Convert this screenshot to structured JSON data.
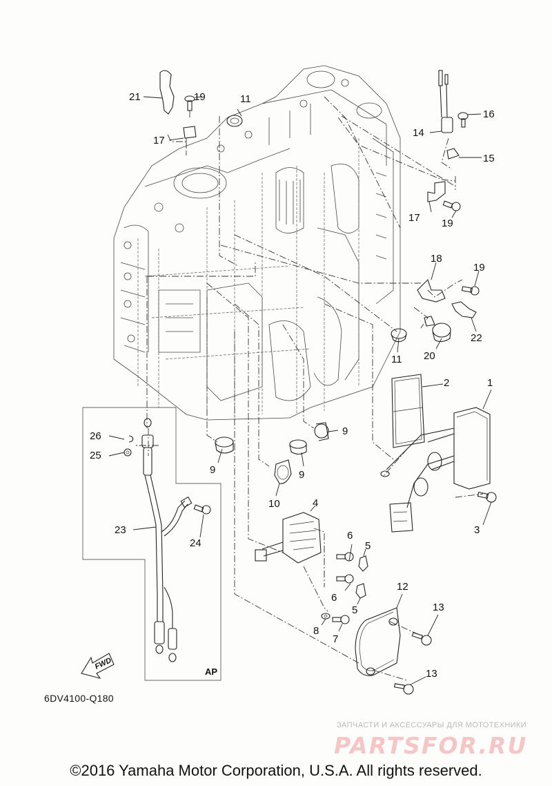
{
  "diagram": {
    "title": "Electrical parts assembly exploded view",
    "code": "6DV4100-Q180",
    "variant_label": "AP",
    "direction_label": "FWD",
    "callouts": [
      {
        "id": "1",
        "label": "1"
      },
      {
        "id": "2",
        "label": "2"
      },
      {
        "id": "3",
        "label": "3"
      },
      {
        "id": "4",
        "label": "4"
      },
      {
        "id": "5a",
        "label": "5"
      },
      {
        "id": "5b",
        "label": "5"
      },
      {
        "id": "6a",
        "label": "6"
      },
      {
        "id": "6b",
        "label": "6"
      },
      {
        "id": "7",
        "label": "7"
      },
      {
        "id": "8",
        "label": "8"
      },
      {
        "id": "9a",
        "label": "9"
      },
      {
        "id": "9b",
        "label": "9"
      },
      {
        "id": "9c",
        "label": "9"
      },
      {
        "id": "10",
        "label": "10"
      },
      {
        "id": "11a",
        "label": "11"
      },
      {
        "id": "11b",
        "label": "11"
      },
      {
        "id": "12",
        "label": "12"
      },
      {
        "id": "13a",
        "label": "13"
      },
      {
        "id": "13b",
        "label": "13"
      },
      {
        "id": "14",
        "label": "14"
      },
      {
        "id": "15",
        "label": "15"
      },
      {
        "id": "16",
        "label": "16"
      },
      {
        "id": "17a",
        "label": "17"
      },
      {
        "id": "17b",
        "label": "17"
      },
      {
        "id": "18",
        "label": "18"
      },
      {
        "id": "19a",
        "label": "19"
      },
      {
        "id": "19b",
        "label": "19"
      },
      {
        "id": "19c",
        "label": "19"
      },
      {
        "id": "20",
        "label": "20"
      },
      {
        "id": "21",
        "label": "21"
      },
      {
        "id": "22",
        "label": "22"
      },
      {
        "id": "23",
        "label": "23"
      },
      {
        "id": "24",
        "label": "24"
      },
      {
        "id": "25",
        "label": "25"
      },
      {
        "id": "26",
        "label": "26"
      }
    ]
  },
  "watermark": {
    "tagline": "ЗАПЧАСТИ И АКСЕССУАРЫ ДЛЯ МОТОТЕХНИКИ",
    "brand": "PARTSFOR.RU",
    "brand_color": "#f6c5c5"
  },
  "footer": {
    "copyright": "©2016 Yamaha Motor Corporation, U.S.A. All rights reserved."
  }
}
